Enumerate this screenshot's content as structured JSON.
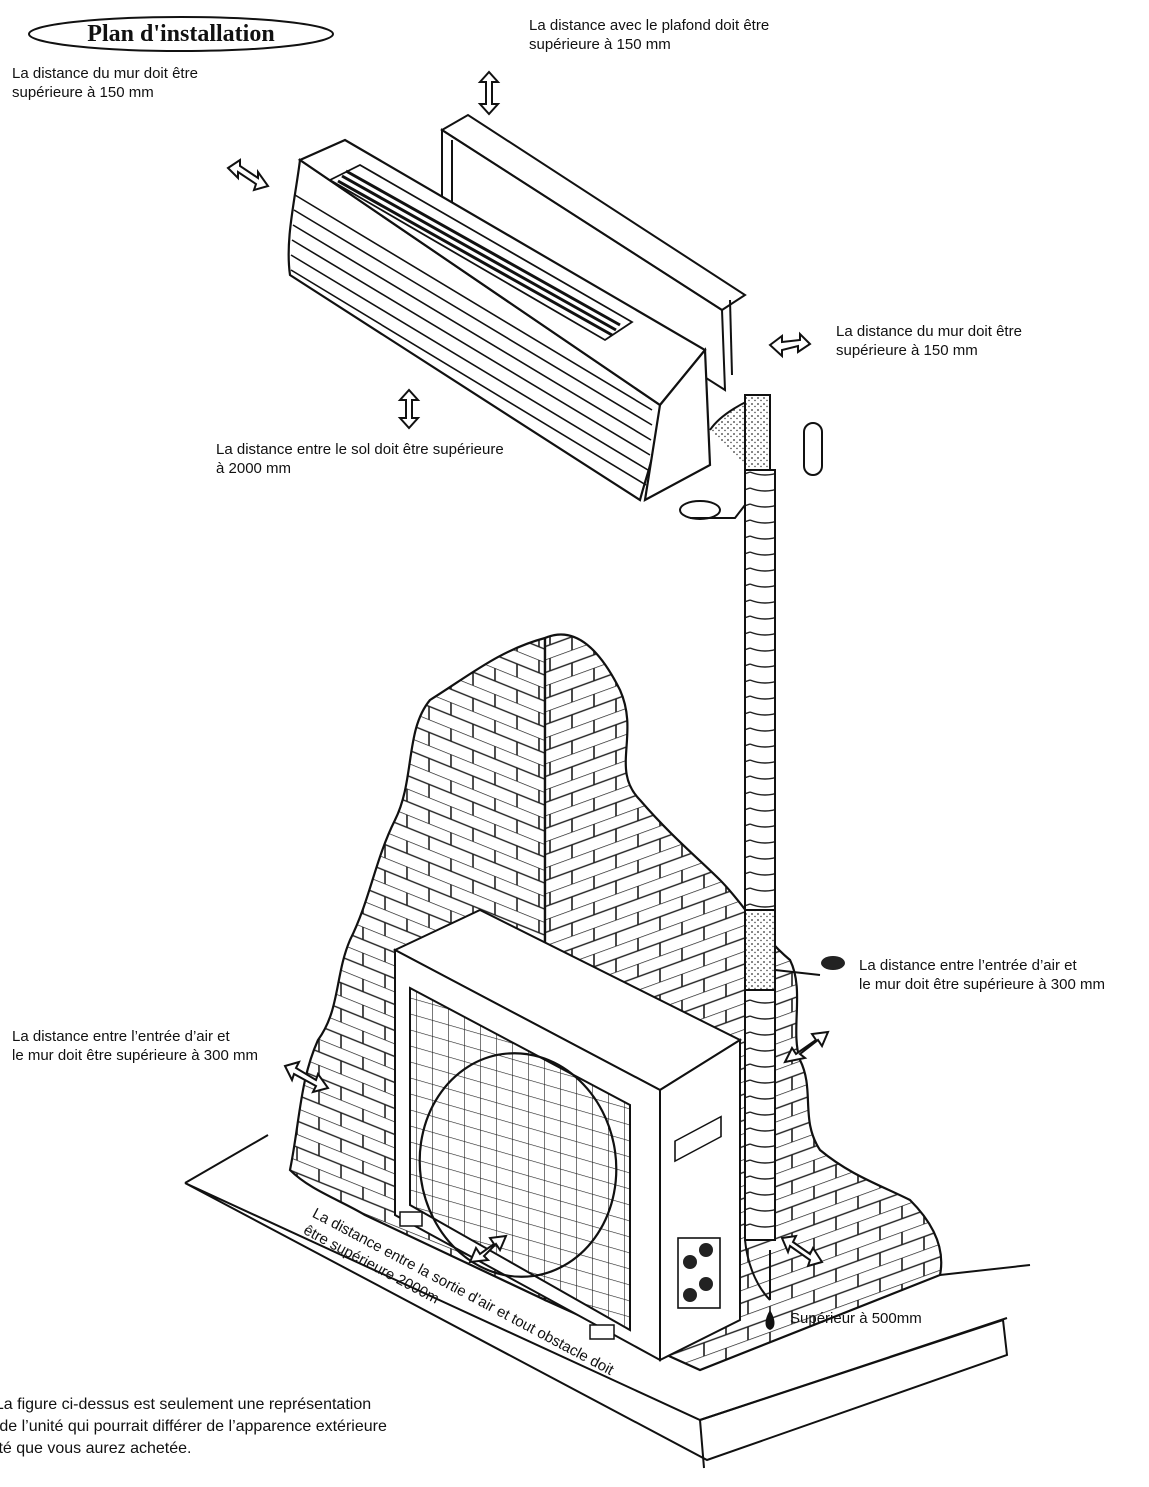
{
  "title": "Plan d'installation",
  "labels": {
    "wall_left": [
      "La distance du mur doit être",
      "supérieure à 150 mm"
    ],
    "ceiling": [
      "La distance avec le plafond doit être",
      "supérieure à 150 mm"
    ],
    "wall_right": [
      "La distance du mur doit être",
      "supérieure à 150 mm"
    ],
    "floor": [
      "La distance entre le sol doit être supérieure",
      "à 2000 mm"
    ],
    "air_inlet_right": [
      "La distance entre l’entrée d’air et",
      "le mur doit être supérieure à 300 mm"
    ],
    "air_inlet_left": [
      "La distance entre l’entrée d’air et",
      "le mur doit être supérieure à 300 mm"
    ],
    "air_outlet": [
      "La distance entre la sortie d’air et tout obstacle doit",
      "être supérieure 2000m"
    ],
    "drain": "Supérieur à 500mm"
  },
  "note": [
    ": La figure ci-dessus est seulement une représentation",
    "e de l’unité qui pourrait différer de l’apparence extérieure",
    "nité que vous aurez achetée."
  ],
  "icons": [
    "double-arrow-icon",
    "remote-control-icon",
    "water-drop-icon"
  ],
  "colors": {
    "ink": "#111111",
    "paper": "#ffffff"
  }
}
